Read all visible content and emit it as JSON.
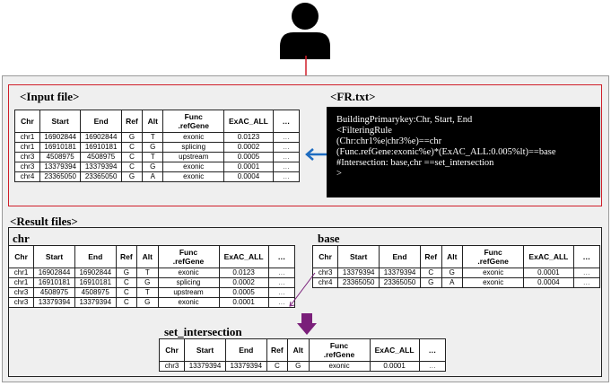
{
  "input_section": {
    "title": "<Input file>"
  },
  "fr_section": {
    "title": "<FR.txt>",
    "lines": [
      "BuildingPrimarykey:Chr, Start, End",
      "<FilteringRule",
      "(Chr:chr1%e|chr3%e)==chr",
      "(Func.refGene:exonic%e)*(ExAC_ALL:0.005%lt)==base",
      "#Intersection: base,chr ==set_intersection",
      ">"
    ]
  },
  "result_section": {
    "title": "<Result files>"
  },
  "columns": [
    "Chr",
    "Start",
    "End",
    "Ref",
    "Alt",
    "Func\n.refGene",
    "ExAC_ALL",
    "…"
  ],
  "tables": {
    "input": {
      "rows": [
        [
          "chr1",
          "16902844",
          "16902844",
          "G",
          "T",
          "exonic",
          "0.0123",
          "…"
        ],
        [
          "chr1",
          "16910181",
          "16910181",
          "C",
          "G",
          "splicing",
          "0.0002",
          "…"
        ],
        [
          "chr3",
          "4508975",
          "4508975",
          "C",
          "T",
          "upstream",
          "0.0005",
          "…"
        ],
        [
          "chr3",
          "13379394",
          "13379394",
          "C",
          "G",
          "exonic",
          "0.0001",
          "…"
        ],
        [
          "chr4",
          "23365050",
          "23365050",
          "G",
          "A",
          "exonic",
          "0.0004",
          "…"
        ]
      ]
    },
    "chr": {
      "title": "chr",
      "rows": [
        [
          "chr1",
          "16902844",
          "16902844",
          "G",
          "T",
          "exonic",
          "0.0123",
          "…"
        ],
        [
          "chr1",
          "16910181",
          "16910181",
          "C",
          "G",
          "splicing",
          "0.0002",
          "…"
        ],
        [
          "chr3",
          "4508975",
          "4508975",
          "C",
          "T",
          "upstream",
          "0.0005",
          "…"
        ],
        [
          "chr3",
          "13379394",
          "13379394",
          "C",
          "G",
          "exonic",
          "0.0001",
          "…"
        ]
      ]
    },
    "base": {
      "title": "base",
      "rows": [
        [
          "chr3",
          "13379394",
          "13379394",
          "C",
          "G",
          "exonic",
          "0.0001",
          "…"
        ],
        [
          "chr4",
          "23365050",
          "23365050",
          "G",
          "A",
          "exonic",
          "0.0004",
          "…"
        ]
      ]
    },
    "set_intersection": {
      "title": "set_intersection",
      "rows": [
        [
          "chr3",
          "13379394",
          "13379394",
          "C",
          "G",
          "exonic",
          "0.0001",
          "…"
        ]
      ]
    }
  },
  "colors": {
    "red_frame": "#d01f2a",
    "blue_arrow": "#1e6cc0",
    "purple_arrow": "#7a1f7a",
    "terminal_bg": "#000000"
  },
  "icons": {
    "user": "person-icon"
  }
}
